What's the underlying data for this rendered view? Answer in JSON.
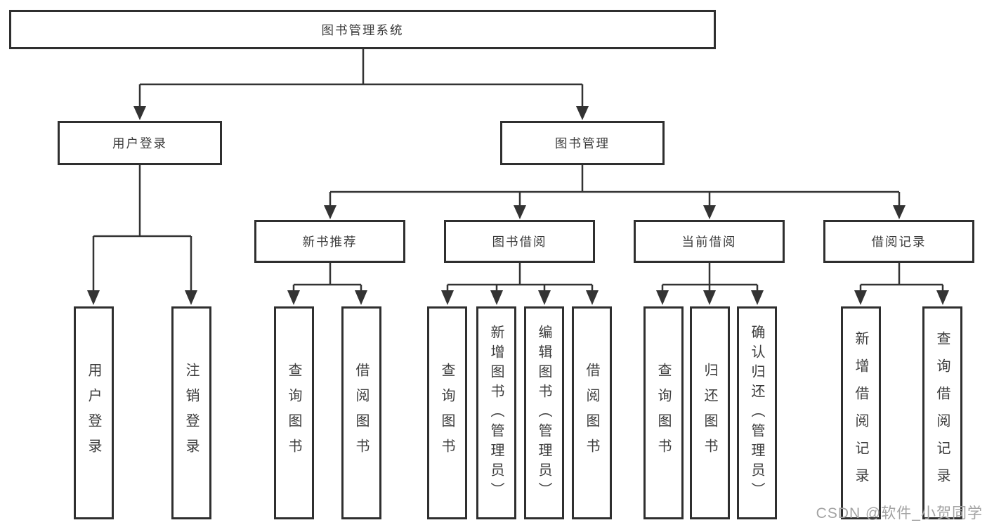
{
  "tree": {
    "label": "图书管理系统",
    "children": [
      {
        "label": "用户登录",
        "children": [
          {
            "label": "用户登录"
          },
          {
            "label": "注销登录"
          }
        ]
      },
      {
        "label": "图书管理",
        "children": [
          {
            "label": "新书推荐",
            "children": [
              {
                "label": "查询图书"
              },
              {
                "label": "借阅图书"
              }
            ]
          },
          {
            "label": "图书借阅",
            "children": [
              {
                "label": "查询图书"
              },
              {
                "label": "新增图书（管理员）"
              },
              {
                "label": "编辑图书（管理员）"
              },
              {
                "label": "借阅图书"
              }
            ]
          },
          {
            "label": "当前借阅",
            "children": [
              {
                "label": "查询图书"
              },
              {
                "label": "归还图书"
              },
              {
                "label": "确认归还（管理员）"
              }
            ]
          },
          {
            "label": "借阅记录",
            "children": [
              {
                "label": "新增借阅记录"
              },
              {
                "label": "查询借阅记录"
              }
            ]
          }
        ]
      }
    ]
  },
  "watermark": "CSDN @软件_小贺同学",
  "colors": {
    "box-border": "#2f2f2f",
    "line": "#333333",
    "text": "#3c3c3c",
    "watermark": "#a3a3a3",
    "background": "#ffffff"
  }
}
